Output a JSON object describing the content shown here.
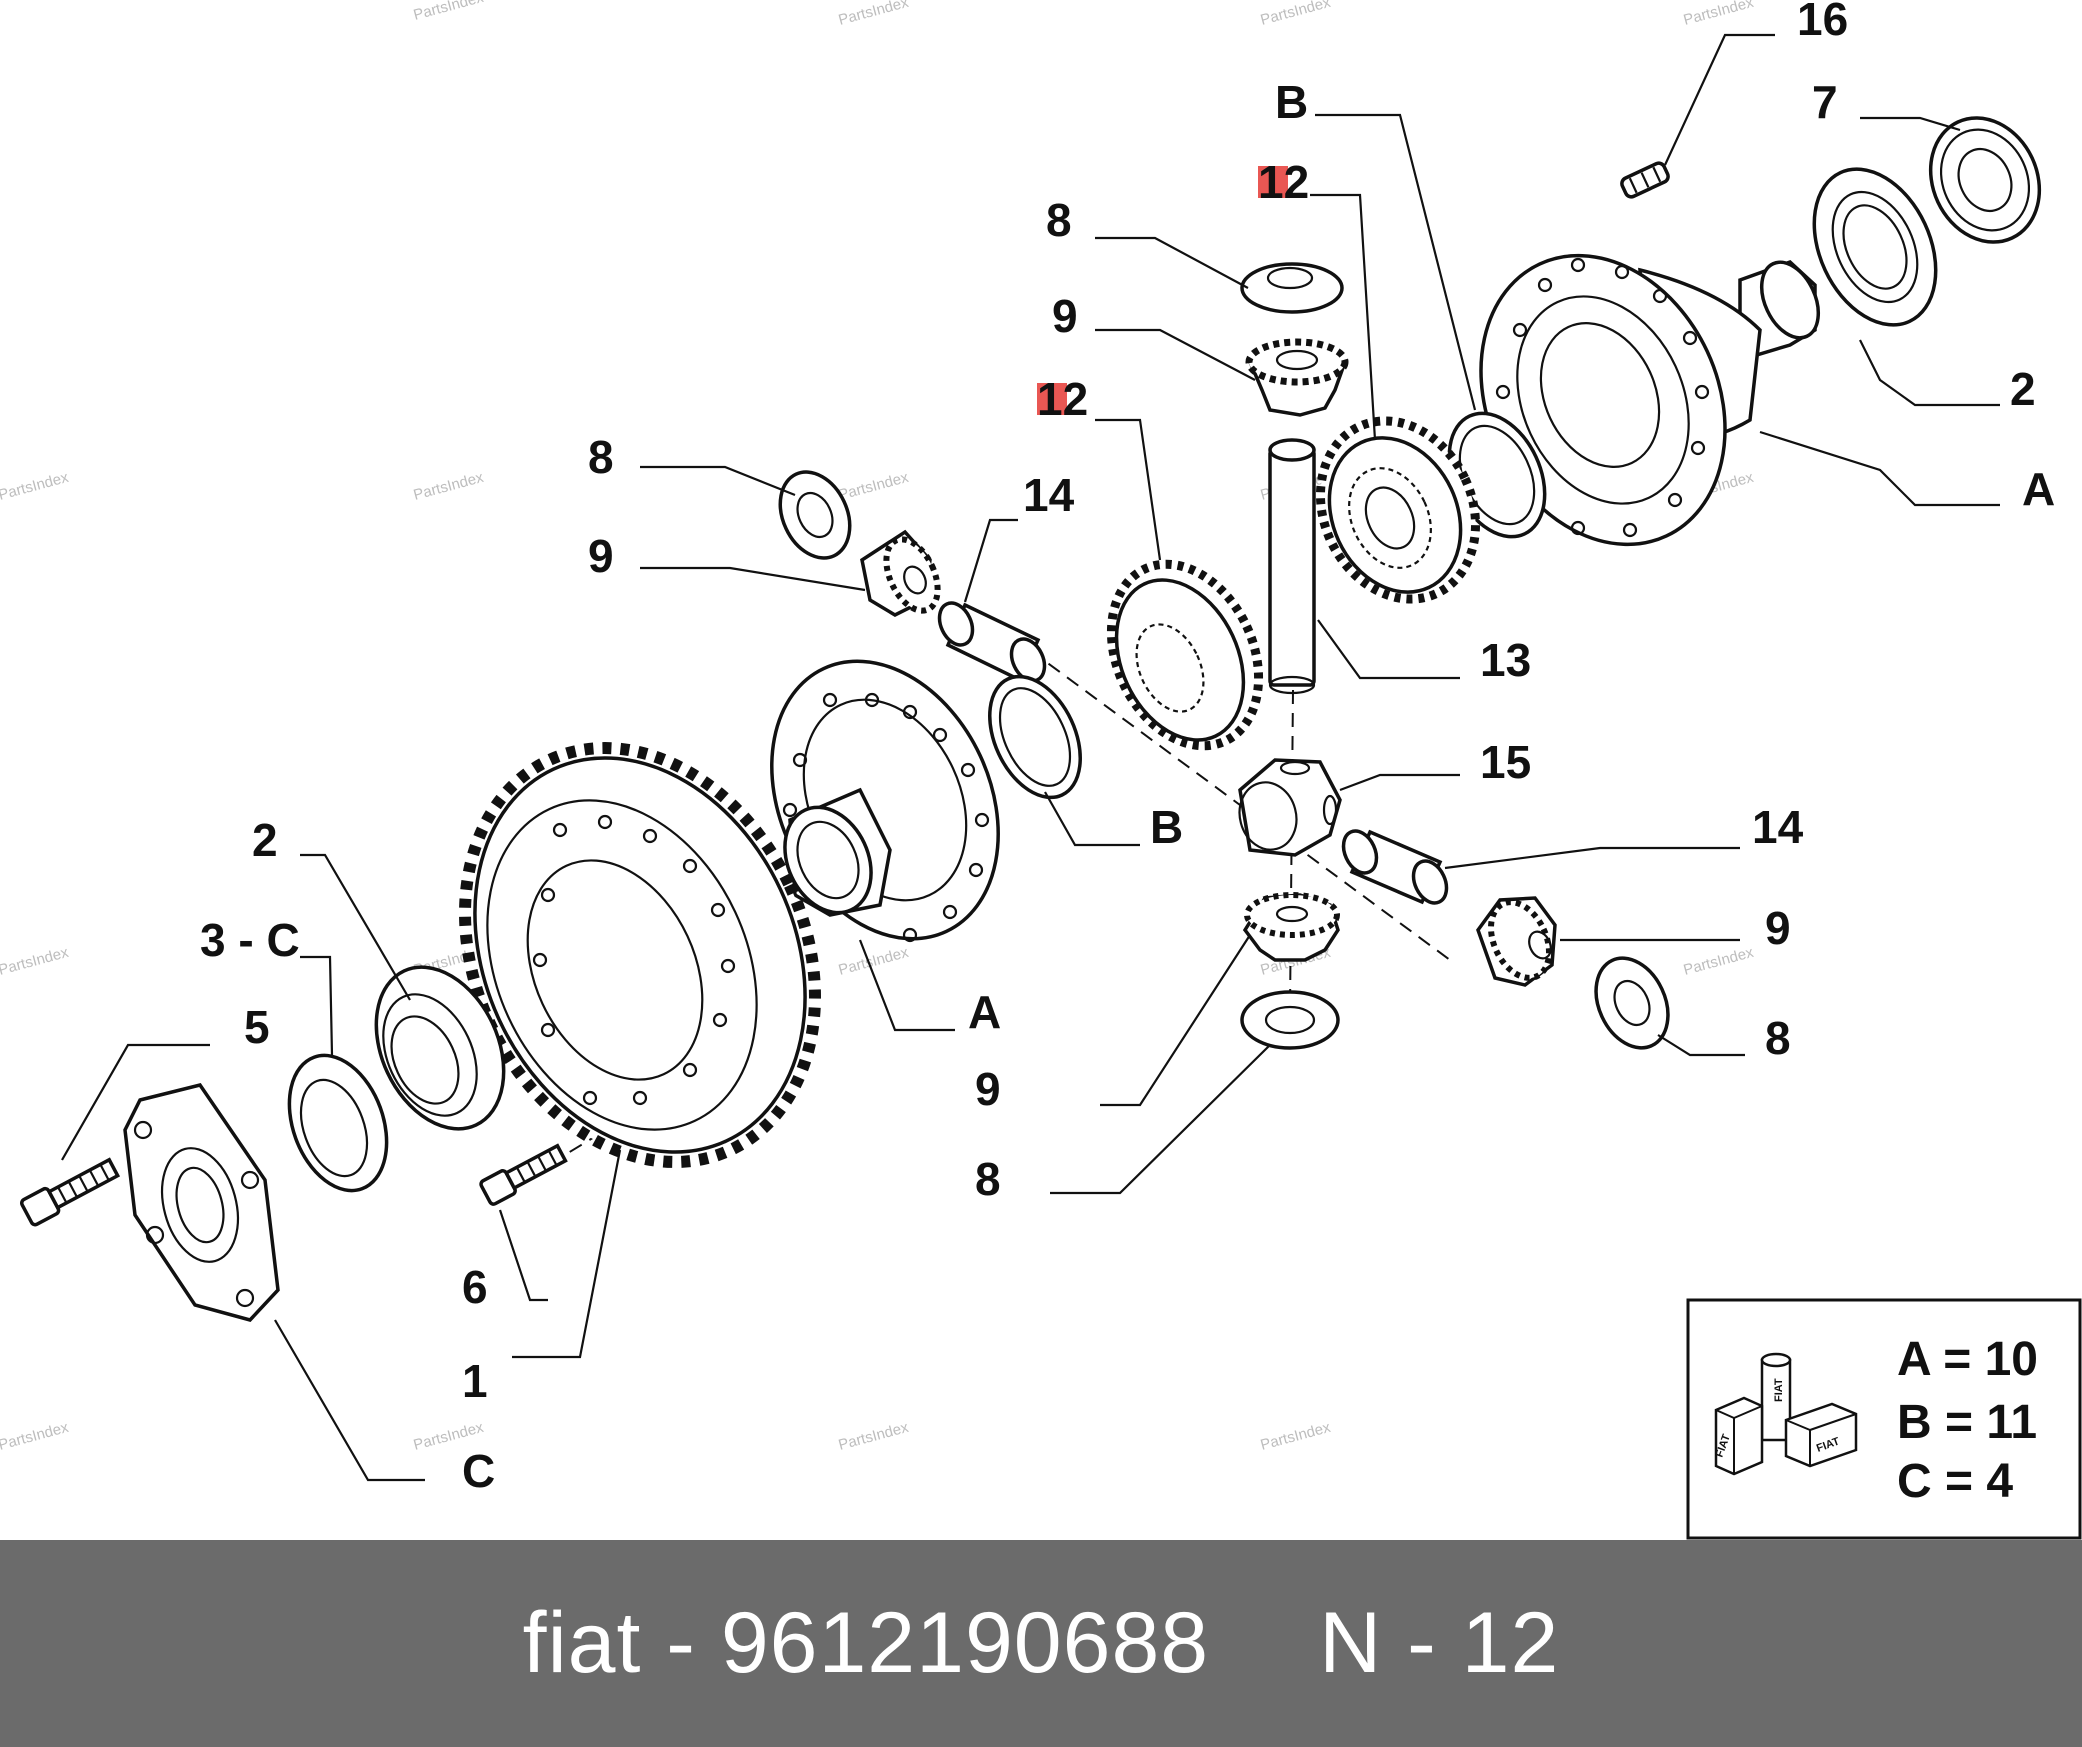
{
  "watermark": "PartsIndex",
  "diagram": {
    "callouts": {
      "c16": "16",
      "c7": "7",
      "cB_top": "B",
      "c12_top": "12",
      "c8_top": "8",
      "c9_top": "9",
      "c2_right": "2",
      "cA_right": "A",
      "c12_mid": "12",
      "c8_left": "8",
      "c14_top": "14",
      "c9_left": "9",
      "c13": "13",
      "c15": "15",
      "cB_mid": "B",
      "c14_right": "14",
      "c9_right": "9",
      "c8_right": "8",
      "c2_left": "2",
      "c3C": "3 - C",
      "cA_mid": "A",
      "c5": "5",
      "c9_bottom": "9",
      "c8_bottom": "8",
      "c6": "6",
      "c1": "1",
      "cC": "C"
    },
    "highlight_color": "#e53935"
  },
  "legend": {
    "a": "A = 10",
    "b": "B = 11",
    "c": "C = 4",
    "box_labels": [
      "FIAT",
      "FIAT",
      "FIAT"
    ]
  },
  "footer": {
    "brand_part": "fiat - 9612190688",
    "ref": "N - 12",
    "background": "#6b6b6b"
  }
}
